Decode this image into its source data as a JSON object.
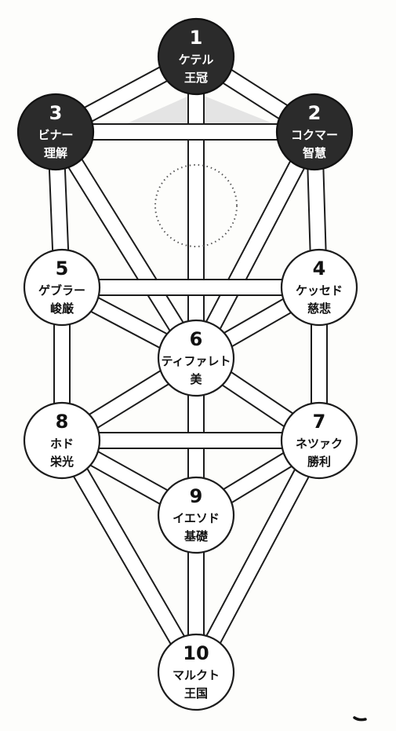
{
  "sephiroth": [
    {
      "id": "1",
      "number": "1",
      "name": "ケテル",
      "meaning": "王冠",
      "dark": true
    },
    {
      "id": "2",
      "number": "2",
      "name": "コクマー",
      "meaning": "智慧",
      "dark": true
    },
    {
      "id": "3",
      "number": "3",
      "name": "ビナー",
      "meaning": "理解",
      "dark": true
    },
    {
      "id": "4",
      "number": "4",
      "name": "ケッセド",
      "meaning": "慈悲",
      "dark": false
    },
    {
      "id": "5",
      "number": "5",
      "name": "ゲブラー",
      "meaning": "峻厳",
      "dark": false
    },
    {
      "id": "6",
      "number": "6",
      "name": "ティファレト",
      "meaning": "美",
      "dark": false
    },
    {
      "id": "7",
      "number": "7",
      "name": "ネツァク",
      "meaning": "勝利",
      "dark": false
    },
    {
      "id": "8",
      "number": "8",
      "name": "ホド",
      "meaning": "栄光",
      "dark": false
    },
    {
      "id": "9",
      "number": "9",
      "name": "イエソド",
      "meaning": "基礎",
      "dark": false
    },
    {
      "id": "10",
      "number": "10",
      "name": "マルクト",
      "meaning": "王国",
      "dark": false
    }
  ],
  "paths": [
    [
      "1",
      "2"
    ],
    [
      "1",
      "3"
    ],
    [
      "1",
      "6"
    ],
    [
      "2",
      "3"
    ],
    [
      "2",
      "4"
    ],
    [
      "2",
      "6"
    ],
    [
      "3",
      "5"
    ],
    [
      "3",
      "6"
    ],
    [
      "4",
      "5"
    ],
    [
      "4",
      "6"
    ],
    [
      "4",
      "7"
    ],
    [
      "5",
      "6"
    ],
    [
      "5",
      "8"
    ],
    [
      "6",
      "7"
    ],
    [
      "6",
      "8"
    ],
    [
      "6",
      "9"
    ],
    [
      "7",
      "8"
    ],
    [
      "7",
      "9"
    ],
    [
      "7",
      "10"
    ],
    [
      "8",
      "9"
    ],
    [
      "8",
      "10"
    ],
    [
      "9",
      "10"
    ]
  ],
  "colors": {
    "dark_node": "#2b2b2b",
    "light_node": "#ffffff",
    "veil": "#e4e4e4",
    "outline": "#1c1c1c"
  }
}
